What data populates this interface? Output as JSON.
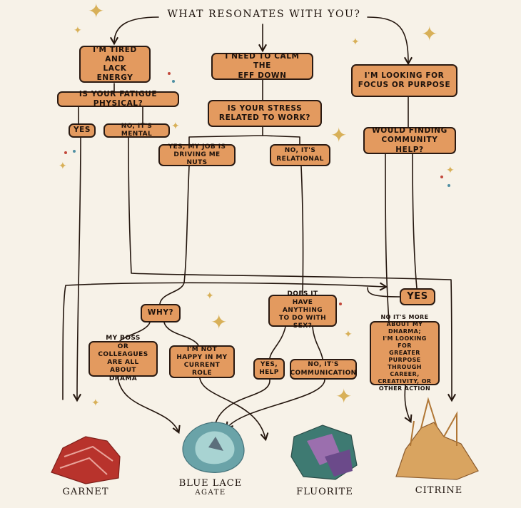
{
  "title": "WHAT RESONATES WITH YOU?",
  "nodes": {
    "tired": "I'M TIRED AND\nLACK ENERGY",
    "calm": "I NEED TO CALM THE\nEFF DOWN",
    "focus": "I'M LOOKING FOR\nFOCUS OR PURPOSE",
    "fatigue_q": "IS YOUR fatigue PHYSICAL?",
    "yes_physical": "YES",
    "no_mental": "NO, IT'S MENTAL",
    "stress_q": "IS YOUR STRESS\nRELATED TO WORK?",
    "job_nuts": "YES, MY JOB IS\nDRIVING ME NUTS",
    "relational": "NO, IT'S\nRELATIONAL",
    "community_q": "WOULD FINDING\ncommunity HELP?",
    "yes_community": "YES",
    "why": "WHY?",
    "sex_q": "DOES IT\nHAVE ANYTHING\nTO DO WITH sex?",
    "dharma": "NO IT'S MORE\nABOUT MY DHARMA;\nI'M LOOKING FOR\nGREATER purpose\nTHROUGH CAREER,\nCREATIVITY, OR\nOTHER ACTION",
    "drama": "MY BOSS\nOR COLLEAGUES\nARE ALL ABOUT\nDRAMA",
    "not_happy": "I'M NOT\nHAPPY IN MY\nCURRENT ROLE",
    "yes_help": "YES,\nHELP",
    "communication": "NO, IT'S\ncommunication"
  },
  "results": {
    "garnet": "GARNET",
    "blue_lace": "BLUE LACE",
    "blue_lace_sub": "AGATE",
    "fluorite": "FLUORITE",
    "citrine": "CITRINE"
  },
  "colors": {
    "box_fill": "#e39a5f",
    "outline": "#2a1a12",
    "background": "#f7f2e8",
    "star": "#d8b058",
    "garnet": "#b8332c",
    "blue_lace": "#6aa3a8",
    "fluorite": "#3e7a72",
    "citrine": "#d9a460"
  },
  "icons": [
    "star-icon",
    "eyelash-icon",
    "hand-icon",
    "heart-icon"
  ]
}
